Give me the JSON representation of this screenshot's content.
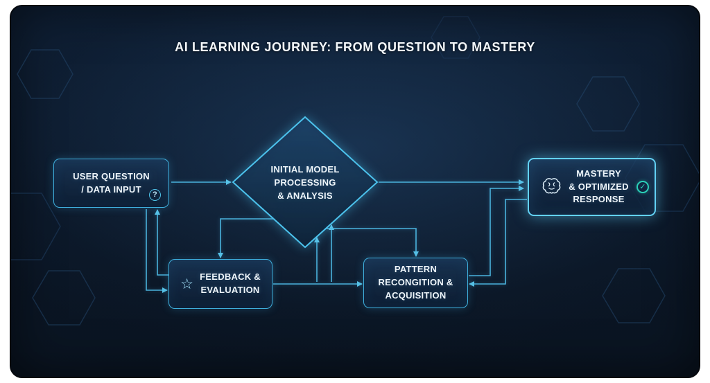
{
  "title": "AI LEARNING JOURNEY: FROM QUESTION TO MASTERY",
  "nodes": {
    "user_question": {
      "lines": [
        "USER QUESTION",
        "/ DATA INPUT"
      ]
    },
    "processing": {
      "lines": [
        "INITIAL MODEL",
        "PROCESSING",
        "& ANALYSIS"
      ]
    },
    "feedback": {
      "lines": [
        "FEEDBACK &",
        "EVALUATION"
      ]
    },
    "pattern": {
      "lines": [
        "PATTERN",
        "RECONGITION &",
        "ACQUISITION"
      ]
    },
    "mastery": {
      "lines": [
        "MASTERY",
        "& OPTIMIZED",
        "RESPONSE"
      ]
    }
  },
  "icons": {
    "question": "?",
    "star": "☆",
    "check": "✓",
    "brain": "brain"
  },
  "colors": {
    "accent": "#4fbbe6",
    "accent_bright": "#63d2f5",
    "check_teal": "#2bd0b8",
    "background": "#0b1727",
    "box_fill": "#14304e",
    "text": "#eef5fa"
  }
}
